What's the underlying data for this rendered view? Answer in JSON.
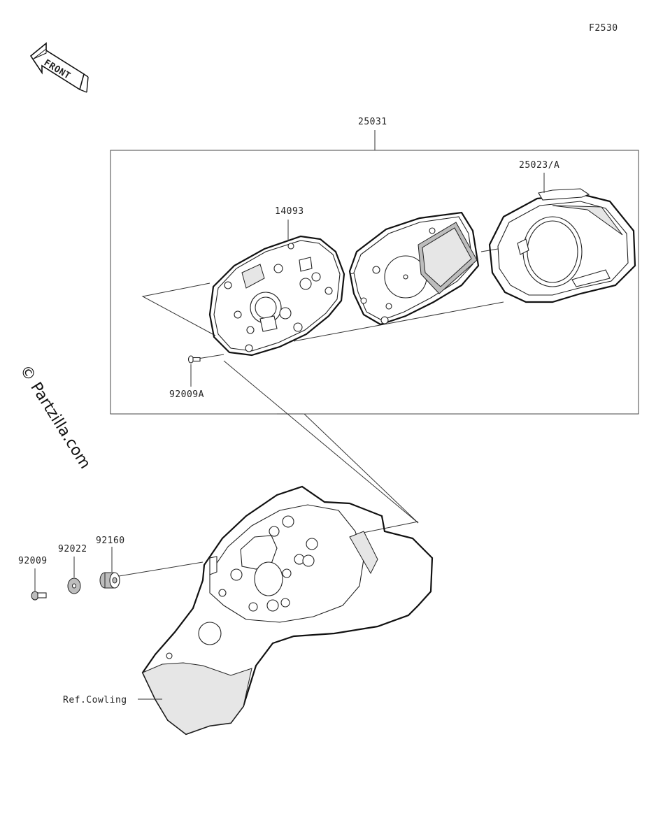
{
  "figure_code": "F2530",
  "front_label": "FRONT",
  "watermark": "© Partzilla.com",
  "callouts": {
    "assembly": "25031",
    "cover": "25023/A",
    "case": "14093",
    "screw_small": "92009A",
    "bolt": "92009",
    "washer": "92022",
    "grommet": "92160",
    "reference": "Ref.Cowling"
  }
}
